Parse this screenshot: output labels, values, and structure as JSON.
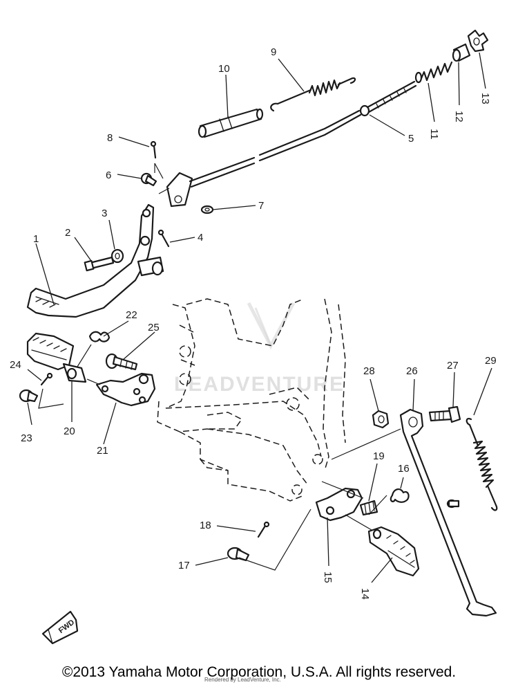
{
  "diagram": {
    "watermark_text": "LEADVENTURE",
    "fwd_label": "FWD",
    "callouts": [
      {
        "id": "c1",
        "label": "1"
      },
      {
        "id": "c2",
        "label": "2"
      },
      {
        "id": "c3",
        "label": "3"
      },
      {
        "id": "c4",
        "label": "4"
      },
      {
        "id": "c5",
        "label": "5"
      },
      {
        "id": "c6",
        "label": "6"
      },
      {
        "id": "c7",
        "label": "7"
      },
      {
        "id": "c8",
        "label": "8"
      },
      {
        "id": "c9",
        "label": "9"
      },
      {
        "id": "c10",
        "label": "10"
      },
      {
        "id": "c11",
        "label": "11"
      },
      {
        "id": "c12",
        "label": "12"
      },
      {
        "id": "c13",
        "label": "13"
      },
      {
        "id": "c14",
        "label": "14"
      },
      {
        "id": "c15",
        "label": "15"
      },
      {
        "id": "c16",
        "label": "16"
      },
      {
        "id": "c17",
        "label": "17"
      },
      {
        "id": "c18",
        "label": "18"
      },
      {
        "id": "c19",
        "label": "19"
      },
      {
        "id": "c20",
        "label": "20"
      },
      {
        "id": "c21",
        "label": "21"
      },
      {
        "id": "c22",
        "label": "22"
      },
      {
        "id": "c23",
        "label": "23"
      },
      {
        "id": "c24",
        "label": "24"
      },
      {
        "id": "c25",
        "label": "25"
      },
      {
        "id": "c26",
        "label": "26"
      },
      {
        "id": "c27",
        "label": "27"
      },
      {
        "id": "c28",
        "label": "28"
      },
      {
        "id": "c29",
        "label": "29"
      }
    ]
  },
  "footer": {
    "copyright": "©2013 Yamaha Motor Corporation, U.S.A. All rights reserved.",
    "render_credit": "Rendered by LeadVenture, Inc."
  }
}
